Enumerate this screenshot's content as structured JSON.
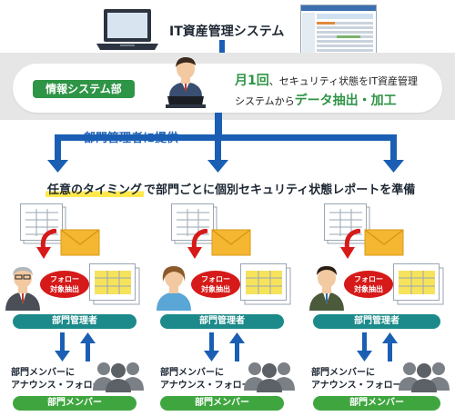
{
  "header": {
    "system_title": "IT資産管理システム"
  },
  "it_department": {
    "label": "情報システム部",
    "monthly_prefix": "月1回",
    "monthly_line1_rest": "、セキュリティ状態をIT資産管理",
    "monthly_line2_start": "システムから",
    "monthly_line2_emph": "データ抽出・加工"
  },
  "provide_label": "部門管理者に提供",
  "anytime": {
    "emph": "任意のタイミング",
    "rest": "で部門ごとに個別セキュリティ状態レポートを準備"
  },
  "units": [
    {
      "follow_badge": [
        "フォロー",
        "対象抽出"
      ],
      "manager_label": "部門管理者",
      "member_text": [
        "部門メンバーに",
        "アナウンス・フォロー"
      ],
      "member_label": "部門メンバー"
    },
    {
      "follow_badge": [
        "フォロー",
        "対象抽出"
      ],
      "manager_label": "部門管理者",
      "member_text": [
        "部門メンバーに",
        "アナウンス・フォロー"
      ],
      "member_label": "部門メンバー"
    },
    {
      "follow_badge": [
        "フォロー",
        "対象抽出"
      ],
      "manager_label": "部門管理者",
      "member_text": [
        "部門メンバーに",
        "アナウンス・フォロー"
      ],
      "member_label": "部門メンバー"
    }
  ],
  "colors": {
    "arrow_blue": "#1a5fb4",
    "green": "#2e9446",
    "teal": "#1c8a8a",
    "member_green": "#3fa63f",
    "red": "#d61a1a",
    "highlight": "#ffe94d"
  }
}
